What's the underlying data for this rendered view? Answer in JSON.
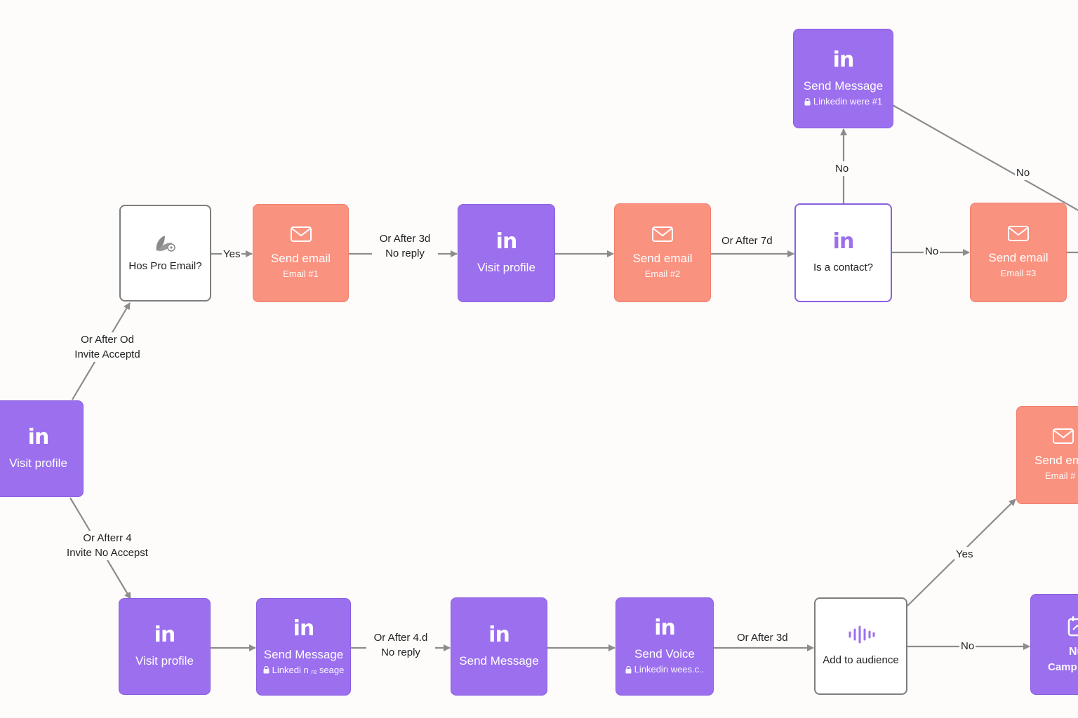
{
  "nodes": {
    "visit_profile_start": {
      "title": "Visit profile"
    },
    "has_pro_email": {
      "title": "Hos Pro Email?"
    },
    "send_email_1": {
      "title": "Send email",
      "sub": "Email #1"
    },
    "visit_profile_2": {
      "title": "Visit profile"
    },
    "send_email_2": {
      "title": "Send email",
      "sub": "Email #2"
    },
    "is_contact": {
      "title": "Is a contact?"
    },
    "send_message_top": {
      "title": "Send Message",
      "sub": "Linkedin were #1"
    },
    "send_email_3": {
      "title": "Send email",
      "sub": "Email #3"
    },
    "send_email_right": {
      "title": "Send em",
      "sub": "Email #"
    },
    "visit_profile_bottom": {
      "title": "Visit profile"
    },
    "send_message_b1": {
      "title": "Send Message",
      "sub": "Linkedi n ᵣₑ seage"
    },
    "send_message_b2": {
      "title": "Send Message"
    },
    "send_voice": {
      "title": "Send Voice",
      "sub": "Linkedin wees.c.."
    },
    "add_to_audience": {
      "title": "Add to audience"
    },
    "nurture_campaign": {
      "title": "Nui",
      "sub": "Camp"
    }
  },
  "edges": {
    "invite_accepted": {
      "line1": "Or After Od",
      "line2": "Invite Acceptd"
    },
    "invite_not_accepted": {
      "line1": "Or Afterr 4",
      "line2": "Invite No Accepst"
    },
    "yes_1": "Yes",
    "after_3d_no_reply": {
      "line1": "Or After 3d",
      "line2": "No reply"
    },
    "after_7d": "Or After 7d",
    "no_up": "No",
    "no_right": "No",
    "no_diag": "No",
    "after_4d_no_reply": {
      "line1": "Or After 4.d",
      "line2": "No reply"
    },
    "after_3d_b": "Or After 3d",
    "yes_2": "Yes",
    "no_b": "No"
  },
  "colors": {
    "linkedin": "#9b6fee",
    "email": "#fa9280",
    "decision_border": "#7d7d7d",
    "edge": "#8c8c8c"
  },
  "icons": {
    "linkedin": "linkedin-icon",
    "email": "envelope-icon",
    "voice": "voice-wave-icon",
    "decision": "leaf-icon",
    "lock": "lock-icon",
    "calendar": "calendar-icon"
  }
}
